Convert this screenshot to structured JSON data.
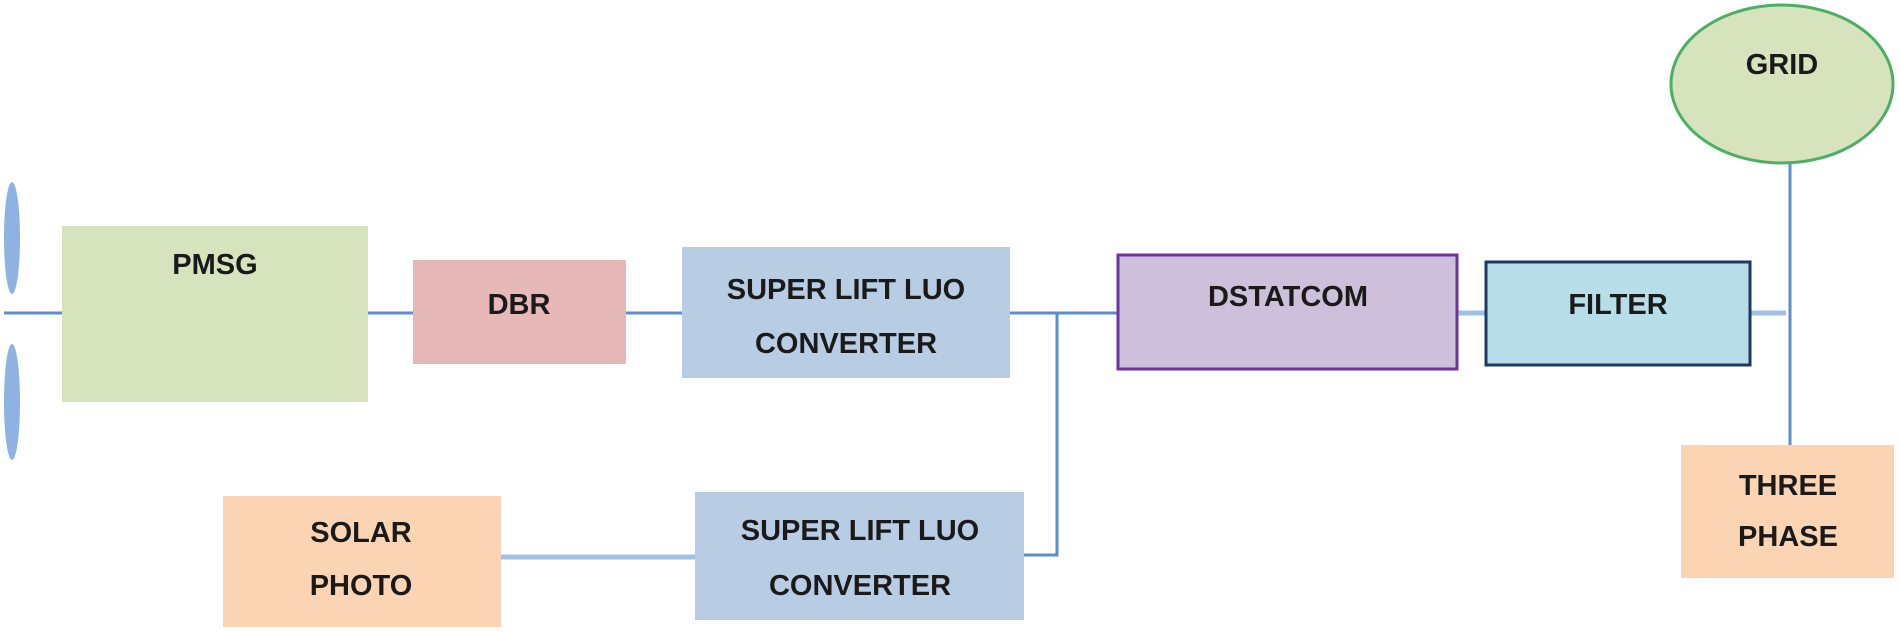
{
  "blocks": {
    "grid": {
      "label": "GRID",
      "fill": "#d6e3bc",
      "stroke": "#4caf64"
    },
    "pmsg": {
      "label": "PMSG",
      "fill": "#d6e3bc"
    },
    "dbr": {
      "label": "DBR",
      "fill": "#e6b8b7"
    },
    "luo_top": {
      "line1": "SUPER LIFT LUO",
      "line2": "CONVERTER",
      "fill": "#b8cce4"
    },
    "dstatcom": {
      "label": "DSTATCOM",
      "fill": "#ccc0da",
      "stroke": "#7030a0"
    },
    "filter": {
      "label": "FILTER",
      "fill": "#b7dee8",
      "stroke": "#1f3864"
    },
    "three_phase": {
      "line1": "THREE",
      "line2": "PHASE",
      "fill": "#fbd4b4"
    },
    "solar": {
      "line1": "SOLAR",
      "line2": "PHOTO",
      "fill": "#fbd4b4"
    },
    "luo_bottom": {
      "line1": "SUPER LIFT LUO",
      "line2": "CONVERTER",
      "fill": "#b8cce4"
    }
  },
  "colors": {
    "wire": "#5b8fd0",
    "turbine": "#8db3e2"
  },
  "icons": {
    "turbine": "wind-turbine-blade-icon"
  }
}
